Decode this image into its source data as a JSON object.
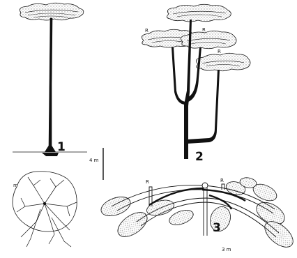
{
  "figure_labels": {
    "one": "1",
    "two": "2",
    "three": "3"
  },
  "crown_marks": {
    "r1": "R",
    "r2": "R",
    "r3": "R",
    "r4": "R",
    "r5": "R"
  },
  "scales": {
    "vertical": "4 m",
    "horizontal": "3 m"
  },
  "root_mark": "rr",
  "colors": {
    "ink": "#111111",
    "crown_fill": "#d9d9d9"
  }
}
